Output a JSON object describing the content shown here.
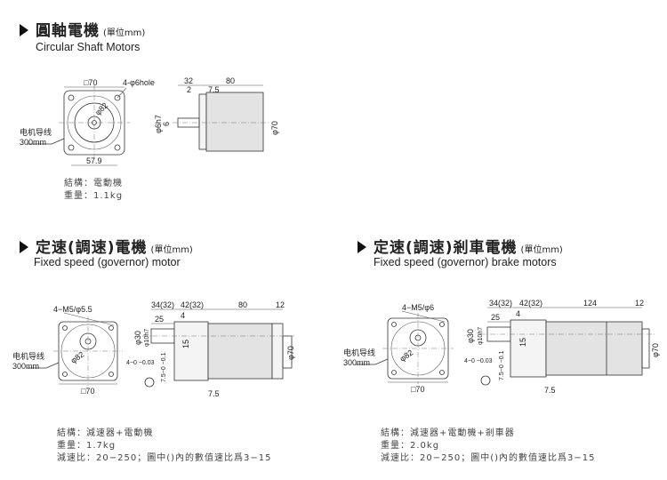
{
  "sections": [
    {
      "title": "圓軸電機",
      "unit": "(單位mm)",
      "subtitle": "Circular Shaft Motors",
      "specs": [
        "結構：電動機",
        "重量：1.1kg"
      ],
      "dims": {
        "square": "□70",
        "hole": "4-φ6hole",
        "pcd": "φ82",
        "cable": [
          "电机导线",
          "300mm"
        ],
        "width": "57.9",
        "d32": "32",
        "d80": "80",
        "d2": "2",
        "d75": "7.5",
        "shaft": "φ6h7",
        "d6": "6",
        "dia": "φ70"
      }
    },
    {
      "title": "定速(調速)電機",
      "unit": "(單位mm)",
      "subtitle": "Fixed speed (governor) motor",
      "specs": [
        "結構：減速器+電動機",
        "重量：1.7kg",
        "減速比：20−250；圖中()內的數值速比爲3−15"
      ],
      "dims": {
        "screw": "4−M5/φ5.5",
        "pcd": "φ82",
        "cable": [
          "电机导线",
          "300mm"
        ],
        "square": "□70",
        "d34": "34(32)",
        "d42": "42(32)",
        "d80": "80",
        "d12": "12",
        "d25": "25",
        "d4": "4",
        "shaft30": "φ30",
        "shaft10": "φ10h7",
        "d15": "15",
        "dia": "φ70",
        "key": "4−0 −0.03",
        "keyh": "7.5−0 −0.1",
        "d75": "7.5"
      }
    },
    {
      "title": "定速(調速)剎車電機",
      "unit": "(單位mm)",
      "subtitle": "Fixed speed (governor) brake motors",
      "specs": [
        "結構：減速器+電動機+剎車器",
        "重量：2.0kg",
        "減速比：20−250；圖中()內的數值速比爲3−15"
      ],
      "dims": {
        "screw": "4−M5/φ6",
        "pcd": "φ82",
        "cable": [
          "电机导线",
          "300mm"
        ],
        "square": "□70",
        "d34": "34(32)",
        "d42": "42(32)",
        "d124": "124",
        "d12": "12",
        "d25": "25",
        "d4": "4",
        "shaft30": "φ30",
        "shaft10": "φ10h7",
        "d15": "15",
        "dia": "φ70",
        "key": "4−0 −0.03",
        "keyh": "7.5−0 −0.1",
        "d75": "7.5"
      }
    }
  ]
}
